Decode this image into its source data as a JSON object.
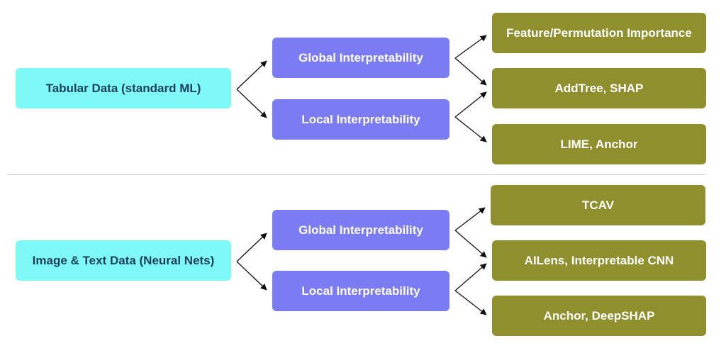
{
  "colors": {
    "data_box": "#7ff8f8",
    "data_text": "#1a4060",
    "interp_box": "#7b7cf3",
    "method_box": "#8f8f2e",
    "divider": "#cfcfcf",
    "arrow": "#111111"
  },
  "sections": [
    {
      "data_type": "Tabular Data (standard ML)",
      "global_label": "Global Interpretability",
      "local_label": "Local Interpretability",
      "methods": [
        "Feature/Permutation Importance",
        "AddTree, SHAP",
        "LIME, Anchor"
      ]
    },
    {
      "data_type": "Image & Text Data (Neural Nets)",
      "global_label": "Global Interpretability",
      "local_label": "Local Interpretability",
      "methods": [
        "TCAV",
        "AILens, Interpretable CNN",
        "Anchor, DeepSHAP"
      ]
    }
  ]
}
